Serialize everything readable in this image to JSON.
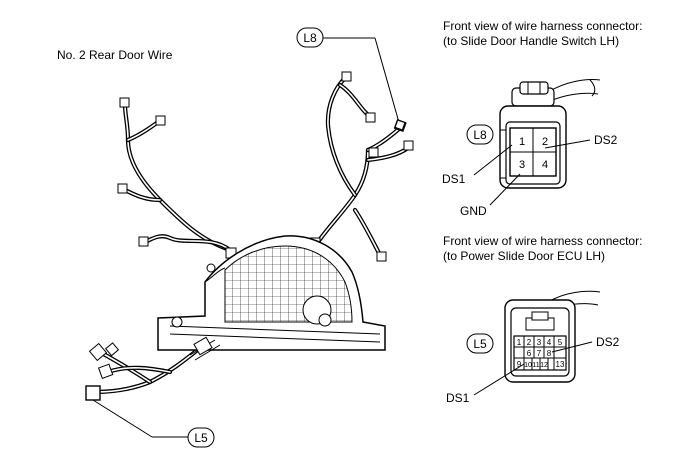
{
  "diagram": {
    "title": "No. 2 Rear Door Wire",
    "callouts": {
      "l8": "L8",
      "l5": "L5"
    },
    "connector_l8": {
      "heading_line1": "Front view of wire harness connector:",
      "heading_line2": "(to Slide Door Handle Switch LH)",
      "tag": "L8",
      "pins": [
        "1",
        "2",
        "3",
        "4"
      ],
      "labels": {
        "ds2": "DS2",
        "ds1": "DS1",
        "gnd": "GND"
      }
    },
    "connector_l5": {
      "heading_line1": "Front view of wire harness connector:",
      "heading_line2": "(to Power Slide Door ECU LH)",
      "tag": "L5",
      "pins_row1": [
        "1",
        "2",
        "3",
        "4",
        "5"
      ],
      "pins_row2": [
        "6",
        "7",
        "8"
      ],
      "pins_row3": [
        "9",
        "10",
        "11",
        "12",
        "13"
      ],
      "labels": {
        "ds2": "DS2",
        "ds1": "DS1"
      }
    }
  }
}
